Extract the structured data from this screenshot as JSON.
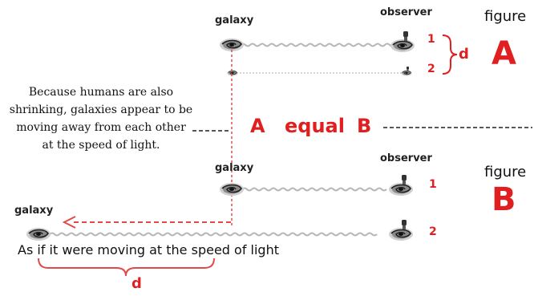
{
  "figure_a": {
    "word": "figure",
    "letter": "A",
    "galaxy_label": "galaxy",
    "observer_label": "observer",
    "row1_num": "1",
    "row2_num": "2",
    "distance_label": "d"
  },
  "center": {
    "note_lines": [
      "Because humans are also",
      "shrinking, galaxies appear to be",
      "moving away from each other",
      "at the speed of light."
    ],
    "left_letter": "A",
    "middle_word": "equal",
    "right_letter": "B"
  },
  "figure_b": {
    "word": "figure",
    "letter": "B",
    "galaxy_label": "galaxy",
    "observer_label": "observer",
    "far_galaxy_label": "galaxy",
    "row1_num": "1",
    "row2_num": "2",
    "caption": "As if it were moving at the speed of light",
    "distance_label": "d"
  },
  "colors": {
    "accent_red": "#e02020",
    "dashed_red": "#e04a4a",
    "wave_gray": "#b5b5b5"
  },
  "icons": [
    "spiral-galaxy-icon",
    "observer-person-icon"
  ]
}
